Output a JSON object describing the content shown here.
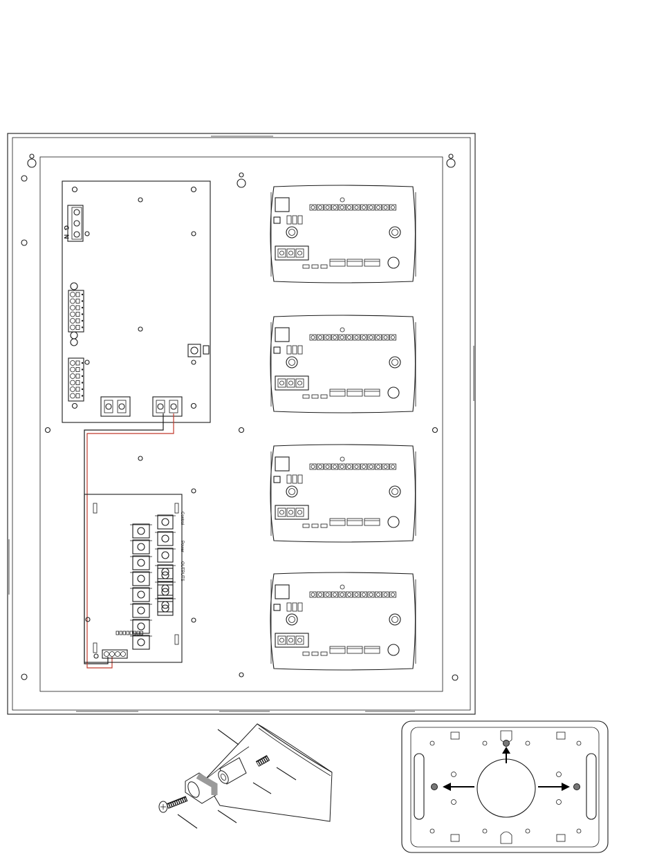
{
  "diagram": {
    "colors": {
      "line": "#1a1a1a",
      "wire_red": "#c0392b",
      "shade": "#9a9a9a",
      "stud": "#777777"
    },
    "power_supply_labels": {
      "ground": "G",
      "neutral": "N"
    },
    "output_board_labels": {
      "ps_out": "Control",
      "pwr_out": "Power",
      "outputs": "OUTPUTS"
    },
    "relay_modules": [
      {
        "id": "module-1"
      },
      {
        "id": "module-2"
      },
      {
        "id": "module-3"
      },
      {
        "id": "module-4"
      }
    ],
    "hardware_parts": [
      "bracket",
      "standoff",
      "screw",
      "nut",
      "stud"
    ]
  }
}
